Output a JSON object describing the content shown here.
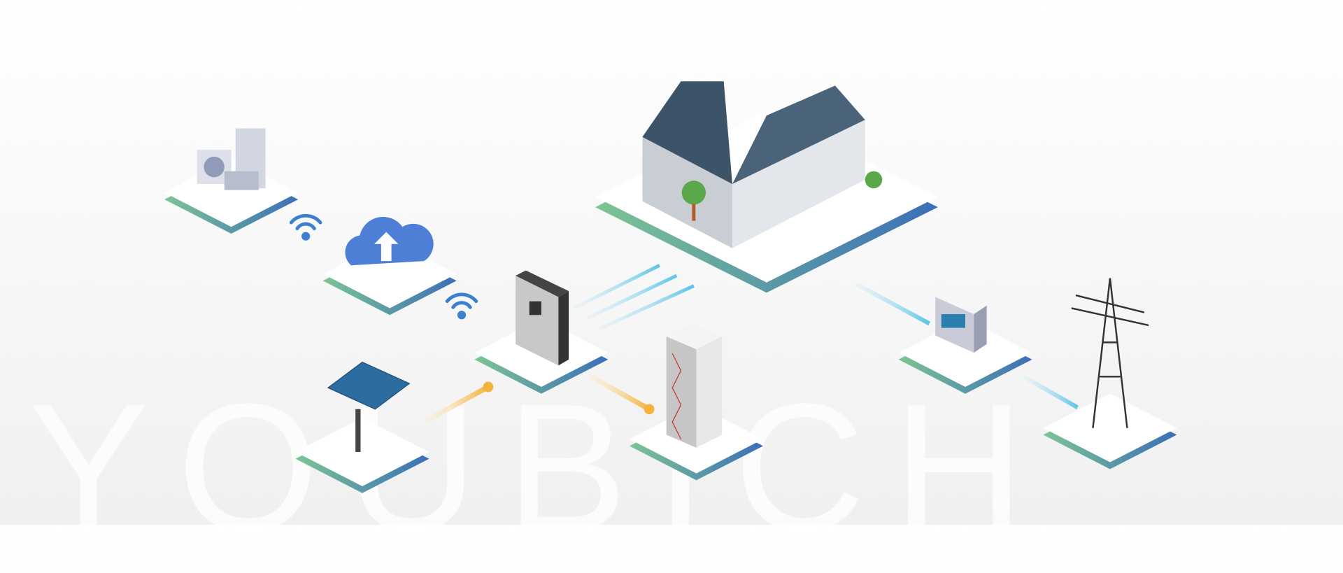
{
  "watermark": "YOUBICH",
  "nodes": [
    "appliances",
    "cloud",
    "inverter",
    "house",
    "meter",
    "solar-panel",
    "battery",
    "grid-tower"
  ],
  "colors": {
    "platform_green": "#7cc593",
    "platform_blue": "#3a6fb8",
    "roof": "#3d5468",
    "wall": "#c9ced4",
    "solar_line": "#f3b23a",
    "data_line": "#5cc4e6",
    "wifi": "#3c7fd0"
  }
}
